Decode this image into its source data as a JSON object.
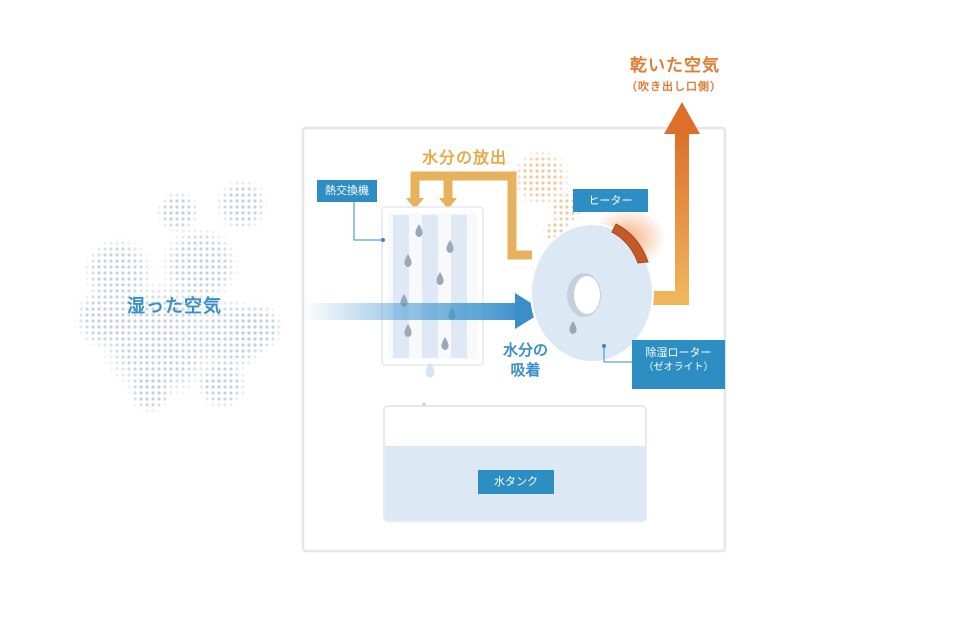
{
  "labels": {
    "humid_air": "湿った空気",
    "dry_air": "乾いた空気",
    "dry_air_sub": "（吹き出し口側）",
    "moisture_release": "水分の放出",
    "moisture_absorb_line1": "水分の",
    "moisture_absorb_line2": "吸着"
  },
  "tags": {
    "heat_exchanger": "熱交換機",
    "heater": "ヒーター",
    "rotor_line1": "除湿ローター",
    "rotor_line2": "（ゼオライト）",
    "water_tank": "水タンク"
  },
  "colors": {
    "blue_accent": "#2c8ec3",
    "orange_dry": "#e07d35",
    "yellow_flow": "#e8b25c",
    "rotor_fill": "#dfe9f6",
    "tank_water": "#dce8f4"
  },
  "icons": [
    "water-drop-icon",
    "flow-arrow-icon",
    "steam-cloud-icon"
  ]
}
